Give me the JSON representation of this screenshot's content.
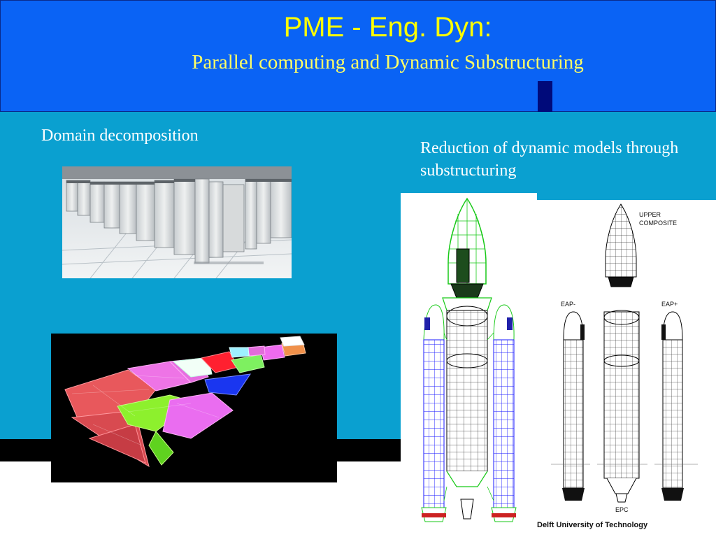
{
  "slide": {
    "title": "PME - Eng. Dyn:",
    "subtitle": "Parallel computing and Dynamic Substructuring",
    "left_label": "Domain decomposition",
    "right_label": "Reduction of dynamic models through substructuring",
    "footer": "Delft University of Technology"
  },
  "diagram_labels": {
    "upper": "UPPER",
    "composite": "COMPOSITE",
    "eap_minus": "EAP-",
    "eap_plus": "EAP+",
    "epc": "EPC"
  },
  "colors": {
    "header_bg": "#0a63f5",
    "panel_bg": "#0aa0d0",
    "title_color": "#ffff00"
  }
}
